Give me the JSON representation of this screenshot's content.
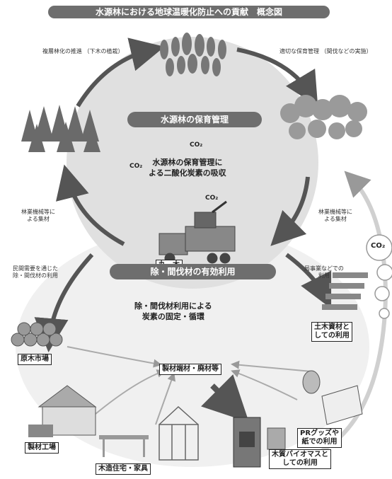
{
  "title": "水源林における地球温暖化防止への貢献　概念図",
  "top_section": {
    "heading": "水源林の保育管理",
    "center": "水源林の保育管理に\nよる二酸化炭素の吸収",
    "co2_label": "CO₂"
  },
  "bottom_section": {
    "heading": "除・間伐材の有効利用",
    "center": "除・間伐材利用による\n炭素の固定・循環",
    "hub": "製材端材・廃材等"
  },
  "arrows": {
    "top_left": "複層林化の推進\n（下木の植栽）",
    "top_right": "適切な保育管理\n（間伐などの実施）",
    "mid_left": "林業機械等に\nよる集材",
    "mid_right": "林業機械等に\nよる集材",
    "low_left": "民間需要を通じた\n除・間伐材の利用",
    "low_right": "局事業などでの\n利用"
  },
  "truck_label": "丸　木",
  "destinations": {
    "log_market": "原木市場",
    "sawmill": "製材工場",
    "housing": "木造住宅・家具",
    "civil": "土木資材と\nしての利用",
    "pr": "PRグッズや\n紙での利用",
    "biomass": "木質バイオマスと\nしての利用"
  },
  "emission": "CO₂",
  "colors": {
    "disc_top": "#e2e2e2",
    "disc_bottom": "#eeeeee",
    "arrow": "#555555",
    "banner": "#6e6e6e"
  }
}
